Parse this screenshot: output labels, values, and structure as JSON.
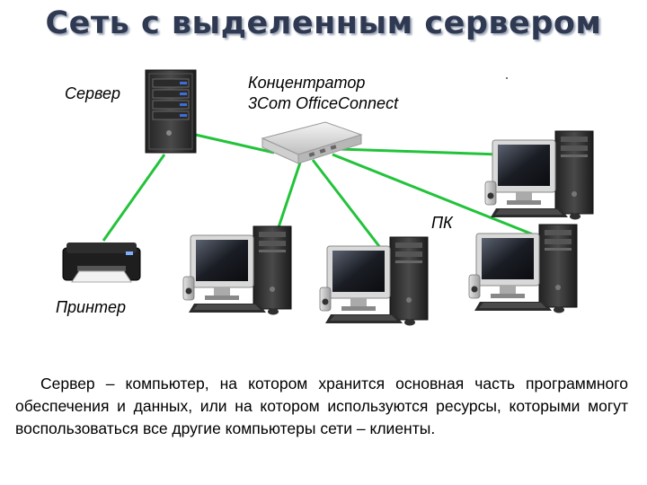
{
  "title": "Сеть с выделенным сервером",
  "labels": {
    "server": "Сервер",
    "hub_line1": "Концентратор",
    "hub_line2": "3Com OfficeConnect",
    "pc": "ПК",
    "printer": "Принтер"
  },
  "description": {
    "term": "Сервер",
    "text": " – компьютер, на котором хранится основная часть программного обеспечения и данных, или на котором используются ресурсы, которыми могут воспользоваться все другие компьютеры сети – клиенты."
  },
  "colors": {
    "link": "#22c33a",
    "title": "#2f3a52",
    "device_dark": "#3a3a3a"
  },
  "icons": [
    "server-icon",
    "hub-icon",
    "pc-icon",
    "printer-icon"
  ]
}
